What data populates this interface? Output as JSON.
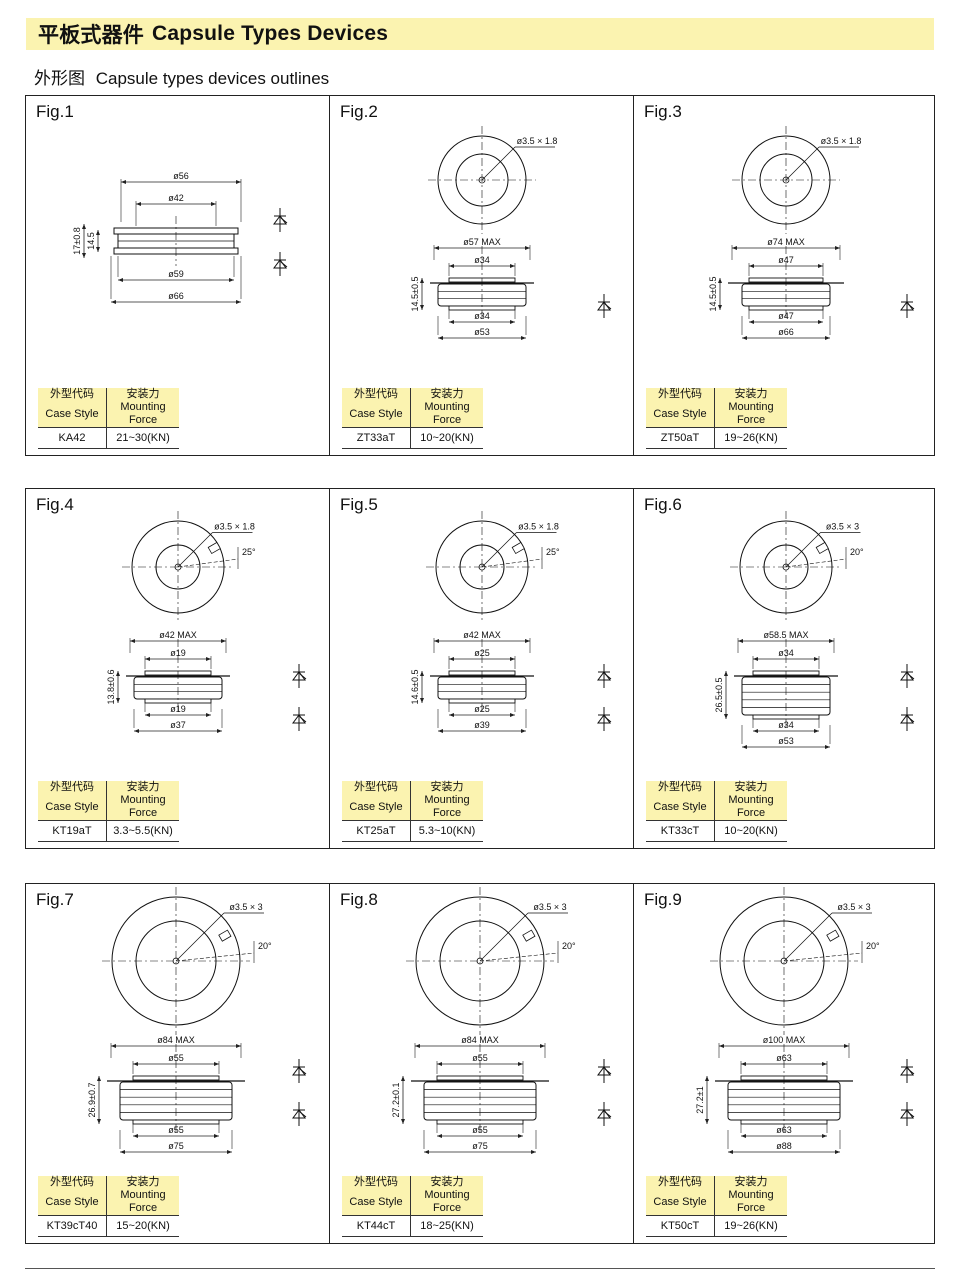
{
  "header": {
    "title_cn": "平板式器件",
    "title_en": "Capsule Types Devices"
  },
  "subtitle": {
    "cn": "外形图",
    "en": "Capsule types devices outlines"
  },
  "table_headers": {
    "case_cn": "外型代码",
    "case_en": "Case Style",
    "force_cn": "安装力",
    "force_en": "Mounting Force"
  },
  "figures": [
    {
      "label": "Fig.1",
      "case": "KA42",
      "force": "21~30(KN)",
      "dims": {
        "top_outer": "ø56",
        "top_inner": "ø42",
        "bot_inner": "ø59",
        "bot_outer": "ø66",
        "h_outer": "17±0.8",
        "h_inner": "14.5"
      }
    },
    {
      "label": "Fig.2",
      "case": "ZT33aT",
      "force": "10~20(KN)",
      "dims": {
        "hole": "ø3.5 × 1.8",
        "max": "ø57 MAX",
        "top_inner": "ø34",
        "bot_inner": "ø34",
        "bot_outer": "ø53",
        "height": "14.5±0.5"
      }
    },
    {
      "label": "Fig.3",
      "case": "ZT50aT",
      "force": "19~26(KN)",
      "dims": {
        "hole": "ø3.5 × 1.8",
        "max": "ø74 MAX",
        "top_inner": "ø47",
        "bot_inner": "ø47",
        "bot_outer": "ø66",
        "height": "14.5±0.5"
      }
    },
    {
      "label": "Fig.4",
      "case": "KT19aT",
      "force": "3.3~5.5(KN)",
      "dims": {
        "hole": "ø3.5 × 1.8",
        "angle": "25°",
        "max": "ø42 MAX",
        "top_inner": "ø19",
        "bot_inner": "ø19",
        "bot_outer": "ø37",
        "height": "13.8±0.6"
      }
    },
    {
      "label": "Fig.5",
      "case": "KT25aT",
      "force": "5.3~10(KN)",
      "dims": {
        "hole": "ø3.5 × 1.8",
        "angle": "25°",
        "max": "ø42 MAX",
        "top_inner": "ø25",
        "bot_inner": "ø25",
        "bot_outer": "ø39",
        "height": "14.6±0.5"
      }
    },
    {
      "label": "Fig.6",
      "case": "KT33cT",
      "force": "10~20(KN)",
      "dims": {
        "hole": "ø3.5 × 3",
        "angle": "20°",
        "max": "ø58.5 MAX",
        "top_inner": "ø34",
        "bot_inner": "ø34",
        "bot_outer": "ø53",
        "height": "26.5±0.5"
      }
    },
    {
      "label": "Fig.7",
      "case": "KT39cT40",
      "force": "15~20(KN)",
      "dims": {
        "hole": "ø3.5 × 3",
        "angle": "20°",
        "max": "ø84 MAX",
        "top_inner": "ø55",
        "bot_inner": "ø55",
        "bot_outer": "ø75",
        "height": "26.9±0.7"
      }
    },
    {
      "label": "Fig.8",
      "case": "KT44cT",
      "force": "18~25(KN)",
      "dims": {
        "hole": "ø3.5 × 3",
        "angle": "20°",
        "max": "ø84 MAX",
        "top_inner": "ø55",
        "bot_inner": "ø55",
        "bot_outer": "ø75",
        "height": "27.2±0.1"
      }
    },
    {
      "label": "Fig.9",
      "case": "KT50cT",
      "force": "19~26(KN)",
      "dims": {
        "hole": "ø3.5 × 3",
        "angle": "20°",
        "max": "ø100 MAX",
        "top_inner": "ø63",
        "bot_inner": "ø63",
        "bot_outer": "ø88",
        "height": "27.2±1"
      }
    }
  ]
}
